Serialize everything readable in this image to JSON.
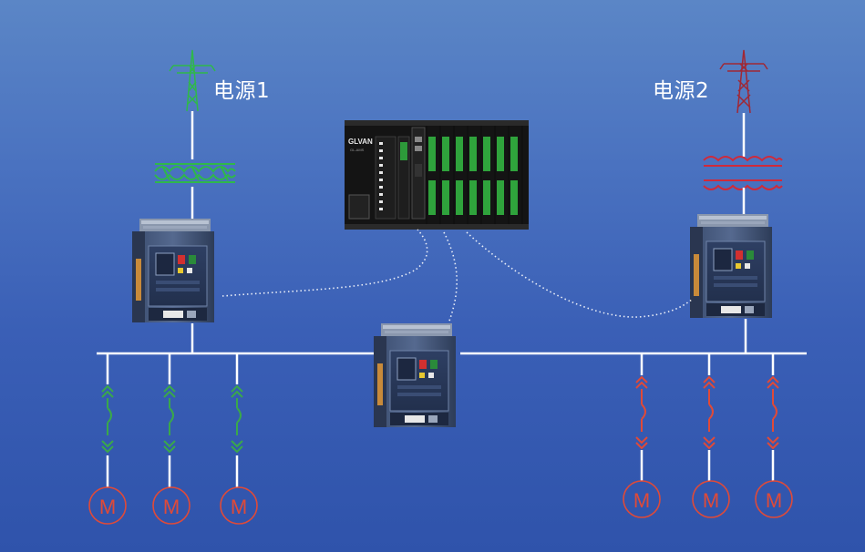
{
  "sources": [
    {
      "label": "电源1",
      "color": "#2fb84a"
    },
    {
      "label": "电源2",
      "color": "#b0323a"
    }
  ],
  "controller": {
    "brand": "GLVAN",
    "model": "GL-AMS"
  },
  "motor_symbol": "M",
  "load_colors": {
    "left": "#3aa84a",
    "right": "#e04a38"
  },
  "line_color": "#ffffff"
}
